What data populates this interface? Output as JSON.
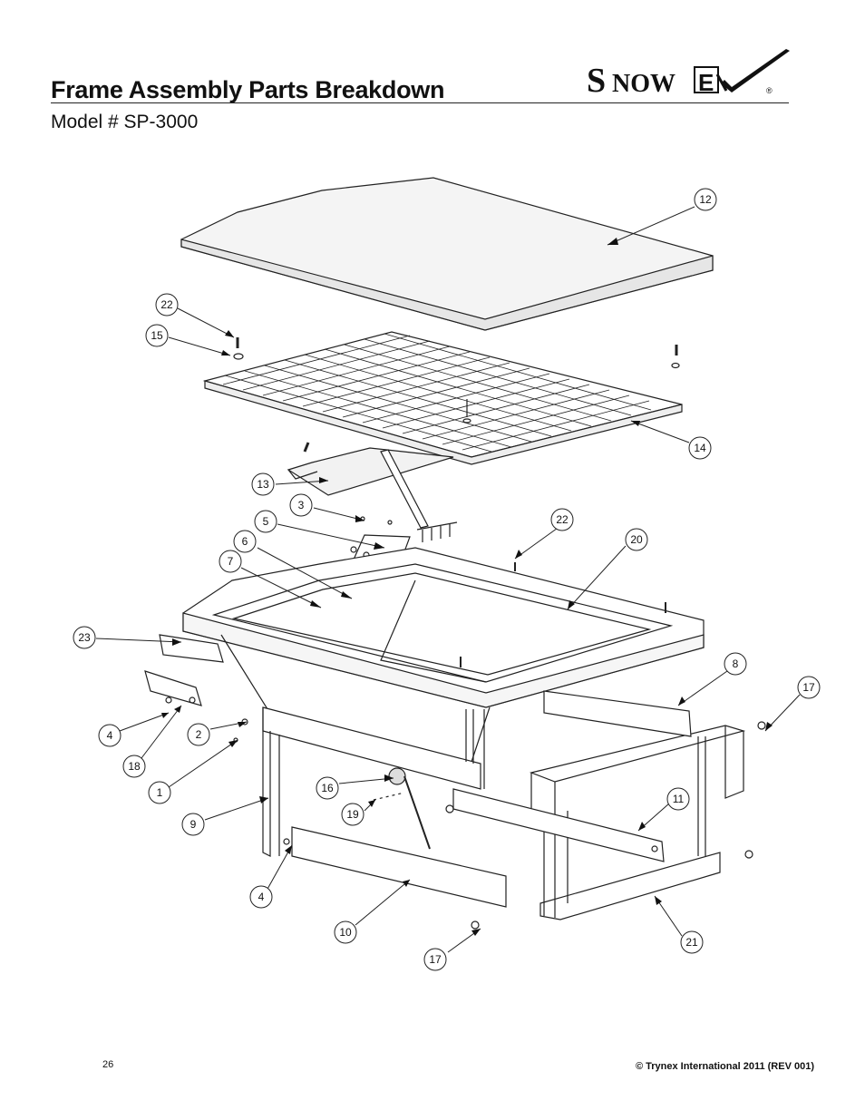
{
  "header": {
    "title": "Frame Assembly Parts Breakdown",
    "model": "Model # SP-3000",
    "logo_text": "SnowEx",
    "logo_mark": "®"
  },
  "footer": {
    "page_number": "26",
    "copyright": "© Trynex International 2011  (REV 001)"
  },
  "callouts": [
    "12",
    "22",
    "15",
    "14",
    "13",
    "3",
    "5",
    "22",
    "20",
    "6",
    "7",
    "23",
    "8",
    "17",
    "4",
    "18",
    "2",
    "1",
    "16",
    "19",
    "11",
    "9",
    "4",
    "10",
    "21",
    "17"
  ]
}
